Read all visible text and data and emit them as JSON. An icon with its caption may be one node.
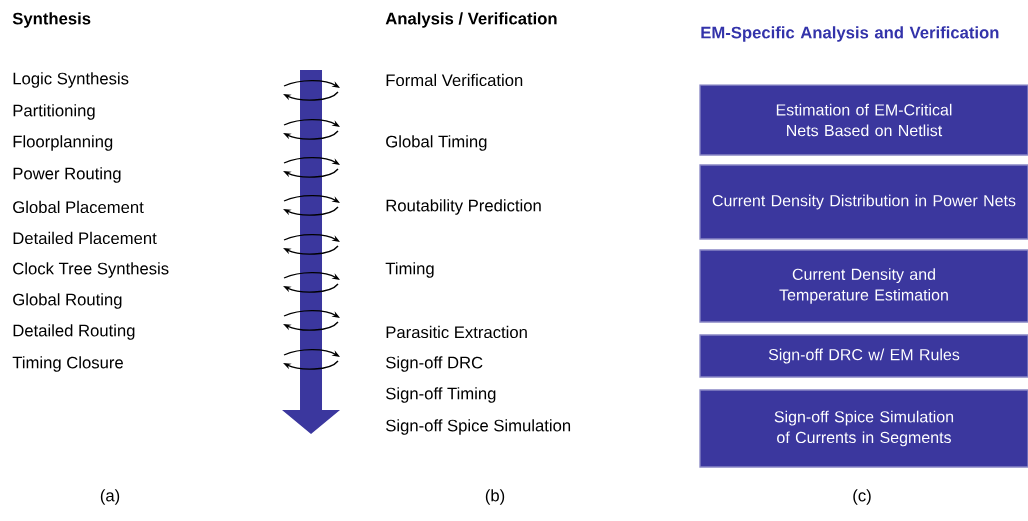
{
  "diagram": {
    "nodes": [
      {
        "text": [
          "Estimation of EM-Critical Nets Based on Netlist"
        ]
      },
      {
        "text": [
          "Current Density Distribution in Power Nets"
        ]
      },
      {
        "text": [
          "Current Density and Temperature Estimation"
        ]
      },
      {
        "text": [
          "Sign-off DRC w/ EM Rules"
        ]
      },
      {
        "text": [
          "Sign-off Spice Simulation of Currents in Segments"
        ]
      }
    ],
    "labels": [
      "Synthesis",
      "Analysis / Verification",
      "EM-Specific Analysis and Verification",
      "Logic Synthesis",
      "Partitioning",
      "Floorplanning",
      "Power Routing",
      "Global Placement",
      "Detailed Placement",
      "Clock Tree Synthesis",
      "Global Routing",
      "Detailed Routing",
      "Timing Closure",
      "Formal Verification",
      "Global Timing",
      "Routability Prediction",
      "Timing",
      "Parasitic Extraction",
      "Sign-off DRC",
      "Sign-off Timing",
      "Sign-off Spice Simulation",
      "(a)",
      "(b)",
      "(c)"
    ]
  }
}
